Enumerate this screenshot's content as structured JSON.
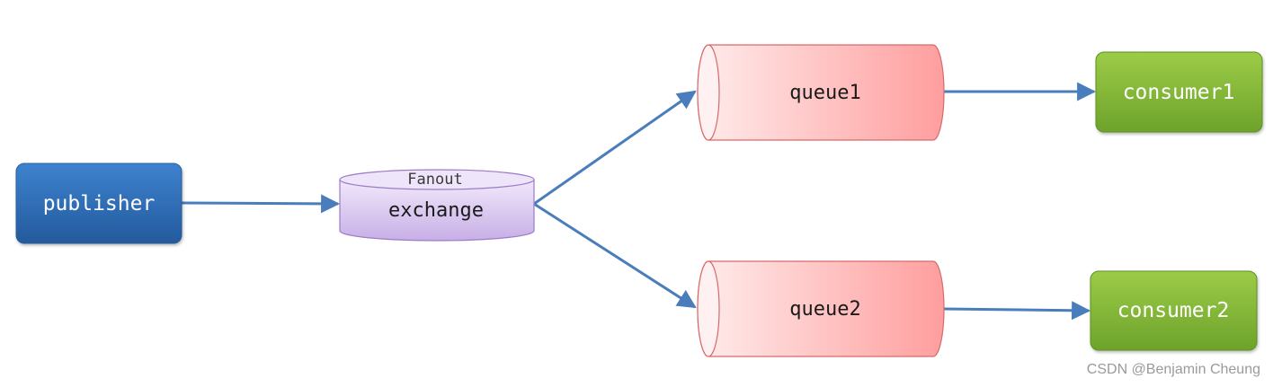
{
  "diagram": {
    "nodes": {
      "publisher": {
        "label": "publisher"
      },
      "exchange": {
        "type_label": "Fanout",
        "label": "exchange"
      },
      "queue1": {
        "label": "queue1"
      },
      "queue2": {
        "label": "queue2"
      },
      "consumer1": {
        "label": "consumer1"
      },
      "consumer2": {
        "label": "consumer2"
      }
    },
    "edges": [
      {
        "from": "publisher",
        "to": "exchange"
      },
      {
        "from": "exchange",
        "to": "queue1"
      },
      {
        "from": "exchange",
        "to": "queue2"
      },
      {
        "from": "queue1",
        "to": "consumer1"
      },
      {
        "from": "queue2",
        "to": "consumer2"
      }
    ]
  },
  "watermark": "CSDN @Benjamin Cheung",
  "colors": {
    "arrow": "#4a7dbb",
    "publisher": "#2e6db5",
    "exchange": "#d3c0ea",
    "queue": "#ffb3b3",
    "consumer": "#7ab43a"
  }
}
